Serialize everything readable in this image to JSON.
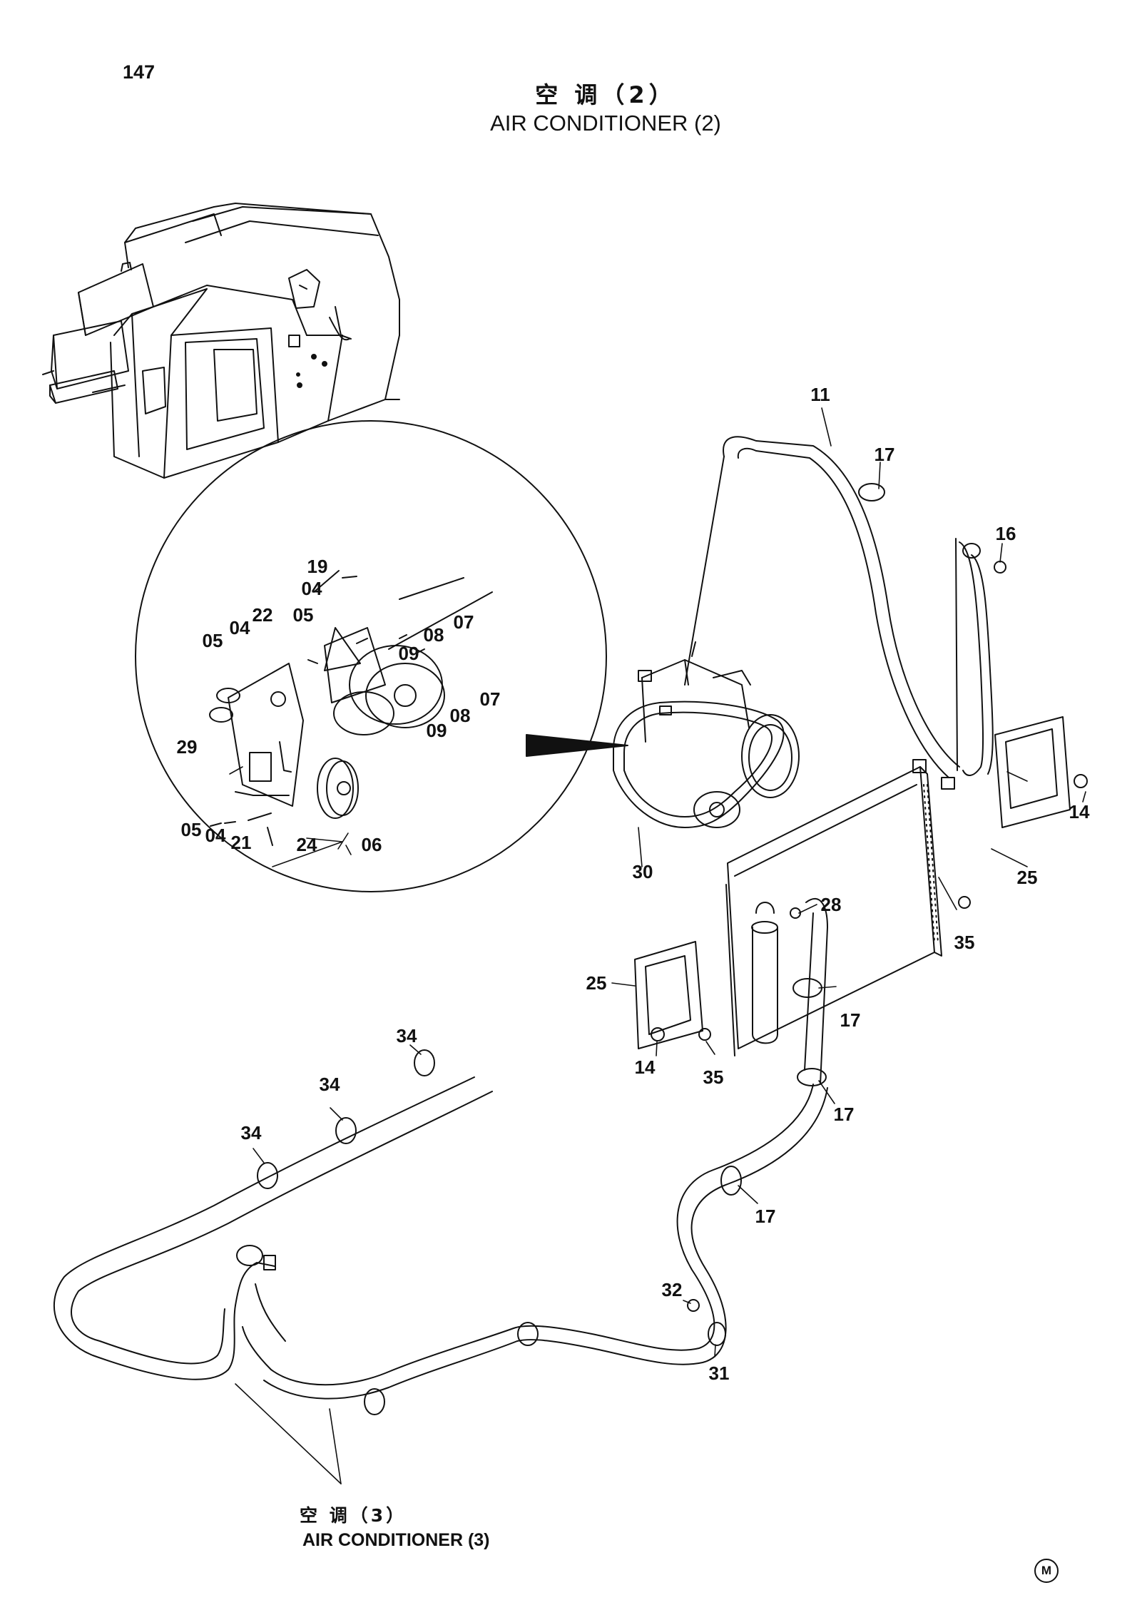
{
  "page": {
    "number": "147",
    "title_cn": "空 调（2）",
    "title_en": "AIR CONDITIONER (2)"
  },
  "callouts": {
    "c11": "11",
    "c17a": "17",
    "c16": "16",
    "c19": "19",
    "c04a": "04",
    "c05a": "05",
    "c07a": "07",
    "c22": "22",
    "c04b": "04",
    "c05b": "05",
    "c08a": "08",
    "c09a": "09",
    "c07b": "07",
    "c09b": "09",
    "c08b": "08",
    "c29": "29",
    "c05c": "05",
    "c04c": "04",
    "c21": "21",
    "c24": "24",
    "c06": "06",
    "c30": "30",
    "c25a": "25",
    "c14a": "14",
    "c28": "28",
    "c35a": "35",
    "c25b": "25",
    "c17b": "17",
    "c14b": "14",
    "c35b": "35",
    "c17c": "17",
    "c34a": "34",
    "c34b": "34",
    "c34c": "34",
    "c17d": "17",
    "c32": "32",
    "c31": "31"
  },
  "reference": {
    "cn": "空 调（3）",
    "en": "AIR CONDITIONER (3)"
  },
  "mark": "M"
}
